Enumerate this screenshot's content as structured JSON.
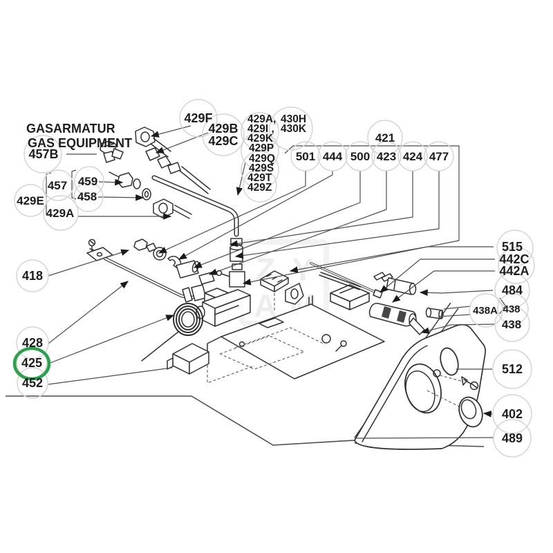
{
  "title": {
    "line1": "GASARMATUR",
    "line2": "GAS EQUIPMENT"
  },
  "colors": {
    "highlight_green": "#2ba04d",
    "label_text": "#1d1d1d",
    "muted_label": "#ababab",
    "callout_circle": "#d5d5d5",
    "line_art": "#303030"
  },
  "watermark": {
    "l1": "Z",
    "l2": "Y",
    "l3": "A",
    "l4": "M"
  },
  "callouts": {
    "c457B": "457B",
    "c429F": "429F",
    "c429B": "429B",
    "c429C": "429C",
    "list_r1a": "429A,",
    "list_r1b": "430H",
    "list_r2a": "429I ,",
    "list_r2b": "430K",
    "list_r3": "429K",
    "list_r4": "429P",
    "list_r5": "429Q",
    "list_r6": "429S",
    "list_r7": "429T",
    "list_r8": "429Z",
    "c421": "421",
    "c501": "501",
    "c444": "444",
    "c500": "500",
    "c423": "423",
    "c424": "424",
    "c477": "477",
    "c457": "457",
    "c459": "459",
    "c458": "458",
    "c429E": "429E",
    "c429A2": "429A",
    "c418": "418",
    "c428": "428",
    "c425": "425",
    "c452": "452",
    "c515": "515",
    "c442C": "442C",
    "c442A": "442A",
    "c484": "484",
    "c438A": "438A",
    "c438grey": "438",
    "c438": "438",
    "c512": "512",
    "c402": "402",
    "c489": "489"
  }
}
